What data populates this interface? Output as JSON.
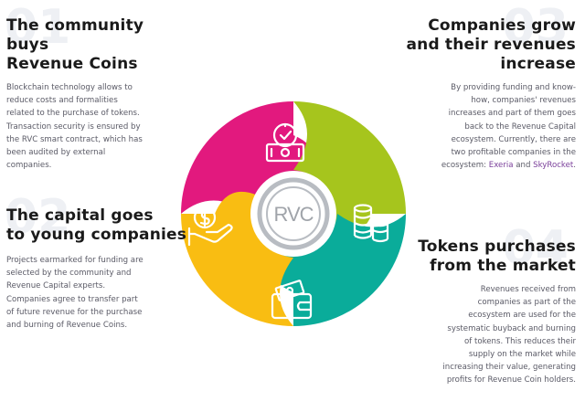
{
  "steps": [
    {
      "number": "01",
      "title_line1": "The community buys",
      "title_line2": "Revenue Coins",
      "body": "Blockchain technology allows to reduce costs and formalities related to the purchase of tokens. Transaction security is ensured by the RVC smart contract, which has been audited by external companies."
    },
    {
      "number": "02",
      "title_line1": "The capital goes",
      "title_line2": "to young companies",
      "body": "Projects earmarked for funding are selected by the community and Revenue Capital experts. Companies agree to transfer part of future revenue for the purchase and burning of Revenue Coins."
    },
    {
      "number": "03",
      "title_line1": "Companies grow",
      "title_line2": "and their revenues",
      "title_line3": "increase",
      "body": "By providing funding and know-how, companies' revenues increases and part of them goes back to the Revenue Capital ecosystem. Currently, there are two profitable companies in the ecosystem: ",
      "link1": "Exeria",
      "connector": " and ",
      "link2": "SkyRocket",
      "tail": "."
    },
    {
      "number": "04",
      "title_line1": "Tokens purchases",
      "title_line2": "from the market",
      "body": "Revenues received from companies as part of the ecosystem are used for the systematic buyback and burning of tokens. This reduces their supply on the market while increasing their value, generating profits for Revenue Coin holders."
    }
  ],
  "center_logo_text": "RVC",
  "colors": {
    "magenta": "#e2197e",
    "green": "#a6c51d",
    "teal": "#0aac9a",
    "yellow": "#f9bd12",
    "center_grey": "#b8bcc2",
    "link": "#7a3f9a"
  },
  "icons": [
    "money-timer-icon",
    "coin-stack-icon",
    "wallet-icon",
    "hand-coin-icon"
  ]
}
